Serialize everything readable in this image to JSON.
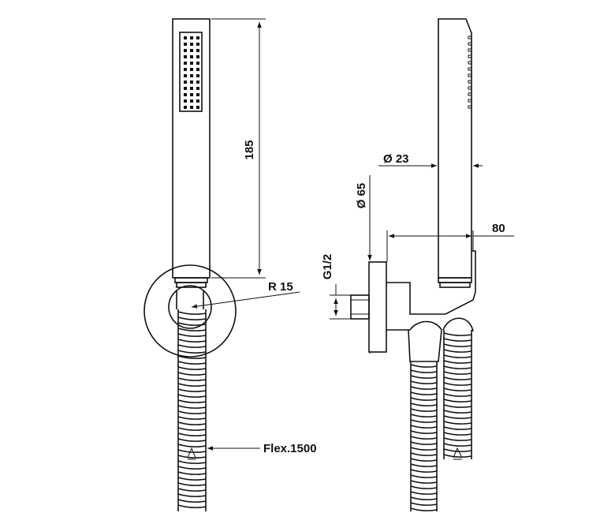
{
  "dimensions": {
    "handset_length": "185",
    "bracket_radius": "R 15",
    "handset_diameter": "Ø 23",
    "flange_diameter": "Ø 65",
    "projection": "80",
    "thread": "G1/2",
    "hose": "Flex.1500"
  }
}
